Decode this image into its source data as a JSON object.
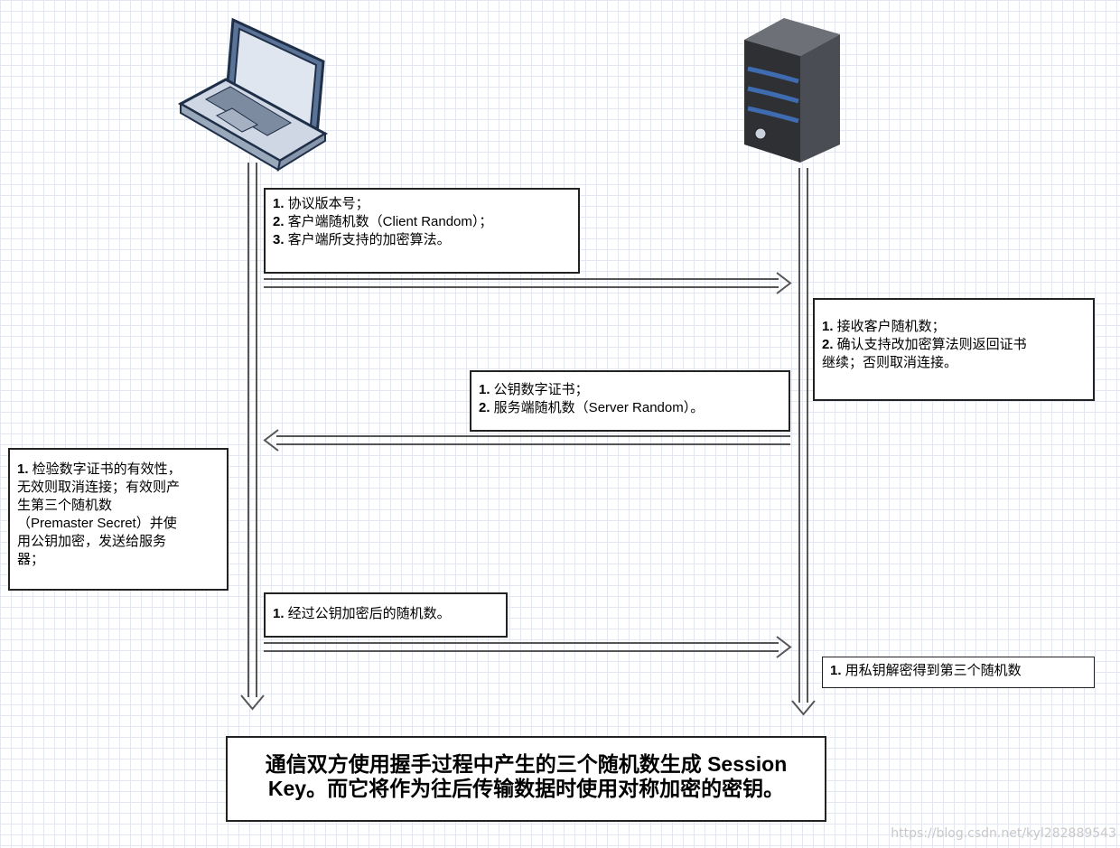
{
  "client_box": {
    "lines": [
      {
        "num": "1.",
        "text": " 协议版本号；"
      },
      {
        "num": "2.",
        "text": " 客户端随机数（Client Random）；"
      },
      {
        "num": "3.",
        "text": " 客户端所支持的加密算法。"
      }
    ]
  },
  "server_box_1": {
    "lines": [
      {
        "num": "1.",
        "text": " 接收客户随机数；"
      },
      {
        "num": "2.",
        "text": " 确认支持改加密算法则返回证书"
      },
      {
        "num": "",
        "text": "继续；否则取消连接。"
      }
    ]
  },
  "server_response_box": {
    "lines": [
      {
        "num": "1.",
        "text": " 公钥数字证书；"
      },
      {
        "num": "2.",
        "text": " 服务端随机数（Server Random）。"
      }
    ]
  },
  "client_verify_box": {
    "lines": [
      {
        "num": "1.",
        "text": " 检验数字证书的有效性，"
      },
      {
        "num": "",
        "text": "无效则取消连接；有效则产"
      },
      {
        "num": "",
        "text": "生第三个随机数"
      },
      {
        "num": "",
        "text": "（Premaster Secret）并使"
      },
      {
        "num": "",
        "text": "用公钥加密，发送给服务"
      },
      {
        "num": "",
        "text": "器；"
      }
    ]
  },
  "encrypted_box": {
    "lines": [
      {
        "num": "1.",
        "text": " 经过公钥加密后的随机数。"
      }
    ]
  },
  "server_decrypt_box": {
    "lines": [
      {
        "num": "1.",
        "text": " 用私钥解密得到第三个随机数"
      }
    ]
  },
  "final_box": {
    "line1": "通信双方使用握手过程中产生的三个随机数生成 Session",
    "line2": "Key。而它将作为往后传输数据时使用对称加密的密钥。"
  },
  "watermark": "https://blog.csdn.net/kyl282889543",
  "colors": {
    "laptop_body": "#cdd6e2",
    "laptop_outline": "#2a3f5f",
    "server_body": "#3a3c40",
    "server_accent": "#3f6bb0",
    "arrow": "#555555"
  },
  "icons": [
    "laptop-icon",
    "server-icon"
  ]
}
